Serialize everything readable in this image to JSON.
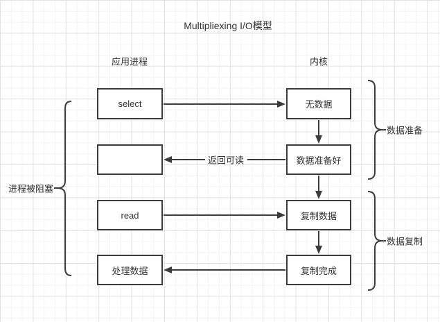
{
  "diagram": {
    "title": "Multipliexing I/O模型",
    "columns": [
      {
        "label": "应用进程"
      },
      {
        "label": "内核"
      }
    ],
    "app_nodes": [
      {
        "label": "select"
      },
      {
        "label": ""
      },
      {
        "label": "read"
      },
      {
        "label": "处理数据"
      }
    ],
    "kernel_nodes": [
      {
        "label": "无数据"
      },
      {
        "label": "数据准备好"
      },
      {
        "label": "复制数据"
      },
      {
        "label": "复制完成"
      }
    ],
    "edge_labels": {
      "return_readable": "返回可读"
    },
    "braces": {
      "left": "进程被阻塞",
      "right_top": "数据准备",
      "right_bottom": "数据复制"
    },
    "colors": {
      "stroke": "#3c3c3c",
      "text": "#333333",
      "grid_minor": "#f3f3f3",
      "grid_major": "#e2e2e2",
      "background": "#ffffff"
    }
  }
}
